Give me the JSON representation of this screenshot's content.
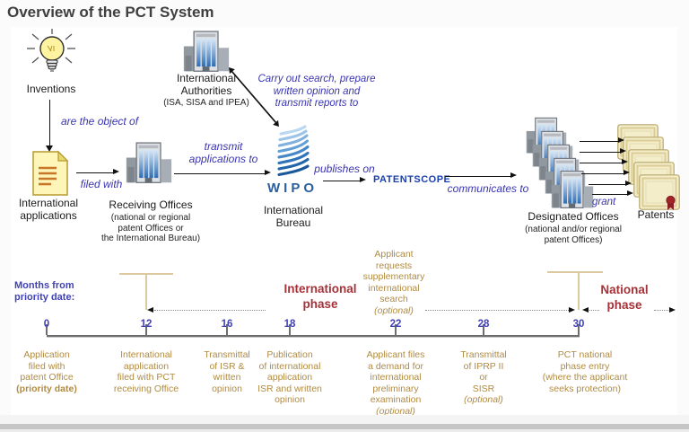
{
  "title": "Overview of the PCT System",
  "colors": {
    "flow_label_blue": "#3a35b0",
    "wipo_blue": "#2b5f9e",
    "patentscope_blue": "#1a3fae",
    "phase_red": "#a53238",
    "timeline_text_tan": "#b08b42",
    "timeline_number_blue": "#4141b8"
  },
  "icons": {
    "lightbulb": "lightbulb-icon",
    "document": "document-icon",
    "office_building": "office-building-icon",
    "wipo_logo": "wipo-logo",
    "certificate": "patent-certificate-icon"
  },
  "flow": {
    "inventions": "Inventions",
    "are_the_object_of": "are the object of",
    "intl_applications": [
      "International",
      "applications"
    ],
    "filed_with": "filed with",
    "receiving_offices": "Receiving Offices",
    "receiving_offices_sub": [
      "(national or regional",
      "patent Offices or",
      "the International Bureau)"
    ],
    "transmit_applications_to": [
      "transmit",
      "applications to"
    ],
    "intl_authorities": [
      "International",
      "Authorities"
    ],
    "intl_authorities_sub": "(ISA, SISA and IPEA)",
    "carry_out": [
      "Carry out search, prepare",
      "written opinion and",
      "transmit reports to"
    ],
    "wipo": "WIPO",
    "intl_bureau": [
      "International",
      "Bureau"
    ],
    "publishes_on": "publishes on",
    "patentscope": "PATENTSCOPE",
    "communicates_to": "communicates to",
    "designated_offices": "Designated Offices",
    "designated_offices_sub": [
      "(national and/or regional",
      "patent Offices)"
    ],
    "grant": "grant",
    "patents": "Patents"
  },
  "timeline": {
    "axis_label": [
      "Months from",
      "priority date:"
    ],
    "intl_phase": [
      "International",
      "phase"
    ],
    "natl_phase": [
      "National",
      "phase"
    ],
    "supplementary": [
      "Applicant",
      "requests",
      "supplementary",
      "international",
      "search",
      "(optional)"
    ],
    "milestones": [
      {
        "num": "0",
        "lines": [
          "Application",
          "filed with",
          "patent Office"
        ],
        "bold": "(priority date)"
      },
      {
        "num": "12",
        "lines": [
          "International",
          "application",
          "filed with PCT",
          "receiving Office"
        ]
      },
      {
        "num": "16",
        "lines": [
          "Transmittal",
          "of ISR &",
          "written",
          "opinion"
        ]
      },
      {
        "num": "18",
        "lines": [
          "Publication",
          "of international",
          "application",
          "ISR and written",
          "opinion"
        ]
      },
      {
        "num": "22",
        "lines": [
          "Applicant files",
          "a demand for",
          "international",
          "preliminary",
          "examination"
        ],
        "optional": "(optional)"
      },
      {
        "num": "28",
        "lines": [
          "Transmittal",
          "of IPRP II",
          "or",
          "SISR"
        ],
        "optional": "(optional)"
      },
      {
        "num": "30",
        "lines": [
          "PCT national",
          "phase entry",
          "(where the applicant",
          "seeks protection)"
        ]
      }
    ]
  }
}
